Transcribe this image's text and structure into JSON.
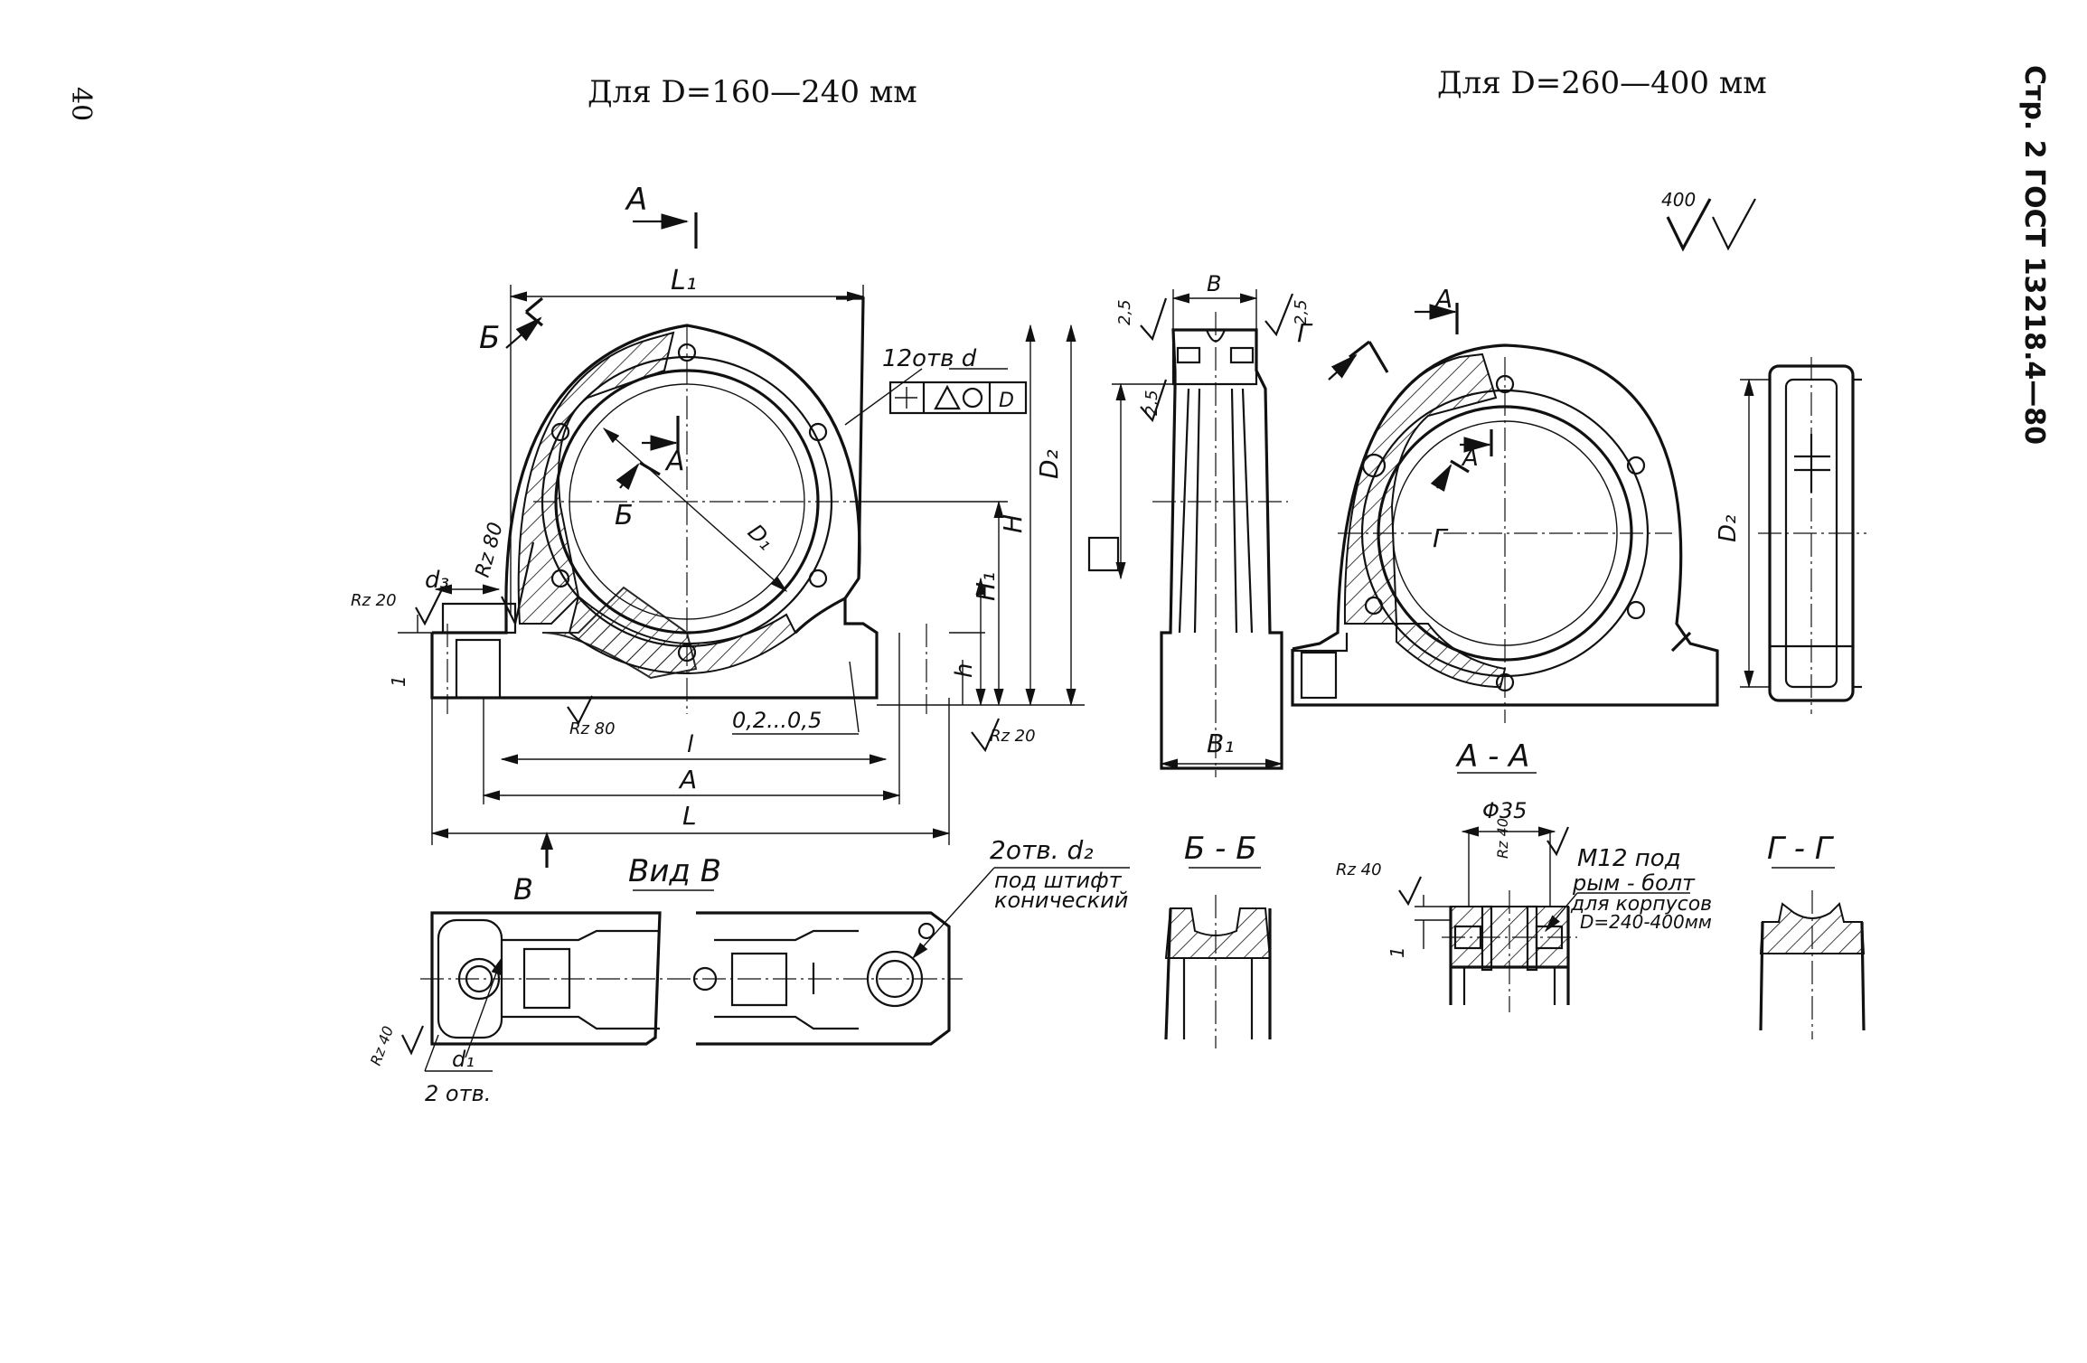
{
  "page": {
    "number": "40",
    "side_title": "Стр. 2 ГОСТ 13218.4—80",
    "header_left": "Для D=160—240 мм",
    "header_right": "Для D=260—400 мм"
  },
  "roughness_general": {
    "value": "400",
    "suffix": "(√)"
  },
  "labels": {
    "A_section": "А",
    "B_section": "Б",
    "G_section": "Г",
    "L1": "L₁",
    "L": "L",
    "A": "A",
    "l": "l",
    "B": "B",
    "B1": "B₁",
    "D": "D",
    "D1": "D₁",
    "D2": "D₂",
    "H": "H",
    "H1": "H₁",
    "h": "h",
    "d3": "d₃",
    "d1": "d₁",
    "holes_12": "12отв d",
    "Rz80": "Rz 80",
    "Rz80_b": "Rz 80",
    "Rz20": "Rz 20",
    "Rz20_b": "Rz 20",
    "Rz40": "Rz 40",
    "Rz40_b": "Rz 40",
    "Rz40_c": "Rz 40",
    "gap": "0,2...0,5",
    "chamfer": "2,5",
    "one": "1",
    "one_b": "1",
    "view_B": "Вид В",
    "view_arrow": "В",
    "two_holes_d1": "2 отв.",
    "two_holes_d2": "2отв. d₂",
    "pin_note_1": "под штифт",
    "pin_note_2": "конический",
    "sec_AA": "А - А",
    "sec_BB": "Б - Б",
    "sec_GG": "Г - Г",
    "phi35": "Φ35",
    "m12_1": "M12 под",
    "m12_2": "рым - болт",
    "m12_3": "для корпусов",
    "m12_4": "D=240-400мм",
    "tol_frame_D": "D"
  }
}
